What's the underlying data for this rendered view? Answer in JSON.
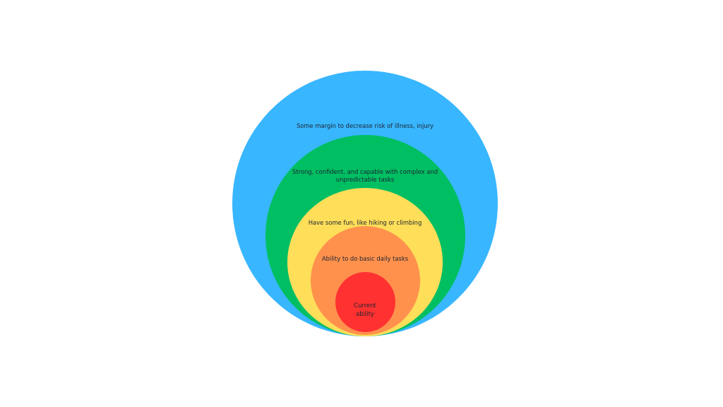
{
  "diagram": {
    "layers": [
      {
        "label": "Some margin to decrease risk of illness, injury",
        "color": "#38b6ff"
      },
      {
        "label_line1": "Strong, confident, and capable with complex and",
        "label_line2": "unpredictable tasks",
        "color": "#00bf63"
      },
      {
        "label": "Have some fun, like hiking or climbing",
        "color": "#ffde59"
      },
      {
        "label": "Ability to do basic daily tasks",
        "color": "#ff914d"
      },
      {
        "label_line1": "Current",
        "label_line2": "ability",
        "color": "#ff3131"
      }
    ]
  }
}
